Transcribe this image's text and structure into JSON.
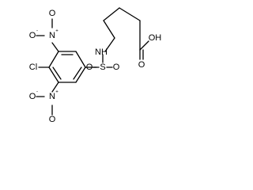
{
  "structure": {
    "atoms": {
      "nitro_top": {
        "nitrogen": "N",
        "charge_plus": "+",
        "oxygen_left": "O",
        "oxygen_top": "O",
        "charge_minus": "-"
      },
      "chlorine": "Cl",
      "nitro_bottom": {
        "nitrogen": "N",
        "charge_plus": "+",
        "oxygen_left": "O",
        "oxygen_bottom": "O",
        "charge_minus": "-"
      },
      "sulfonamide": {
        "sulfur": "S",
        "oxygen_left": "O",
        "oxygen_right": "O",
        "nitrogen_h": "NH"
      },
      "carboxylic_acid": {
        "hydroxyl": "OH",
        "carbonyl_oxygen": "O"
      }
    }
  }
}
